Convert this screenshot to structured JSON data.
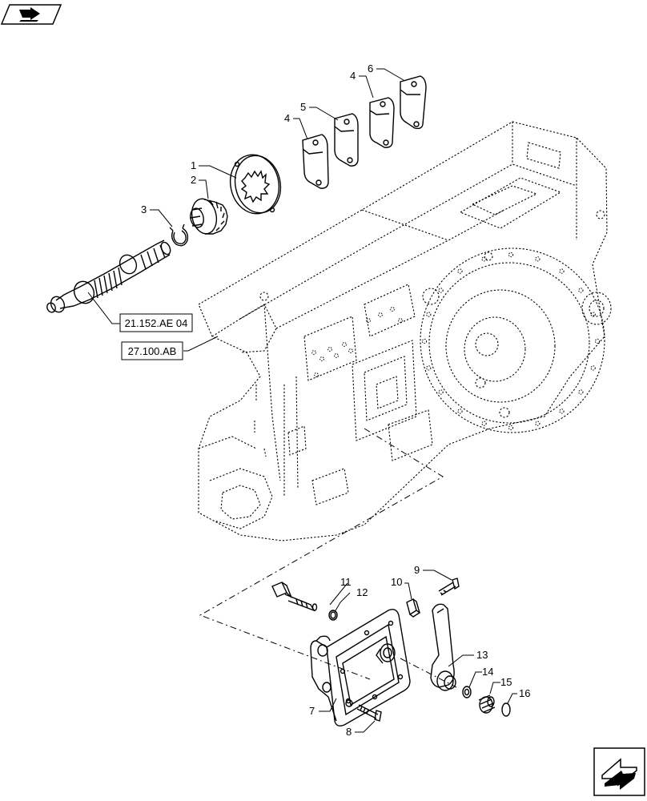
{
  "diagram": {
    "callouts": [
      "1",
      "2",
      "3",
      "4",
      "5",
      "4",
      "6",
      "7",
      "8",
      "9",
      "10",
      "11",
      "12",
      "13",
      "14",
      "15",
      "16"
    ],
    "references": [
      "21.152.AE 04",
      "27.100.AB"
    ]
  },
  "icons": {
    "top_left": "book-arrow-icon",
    "bottom_right": "next-page-arrow-icon"
  }
}
